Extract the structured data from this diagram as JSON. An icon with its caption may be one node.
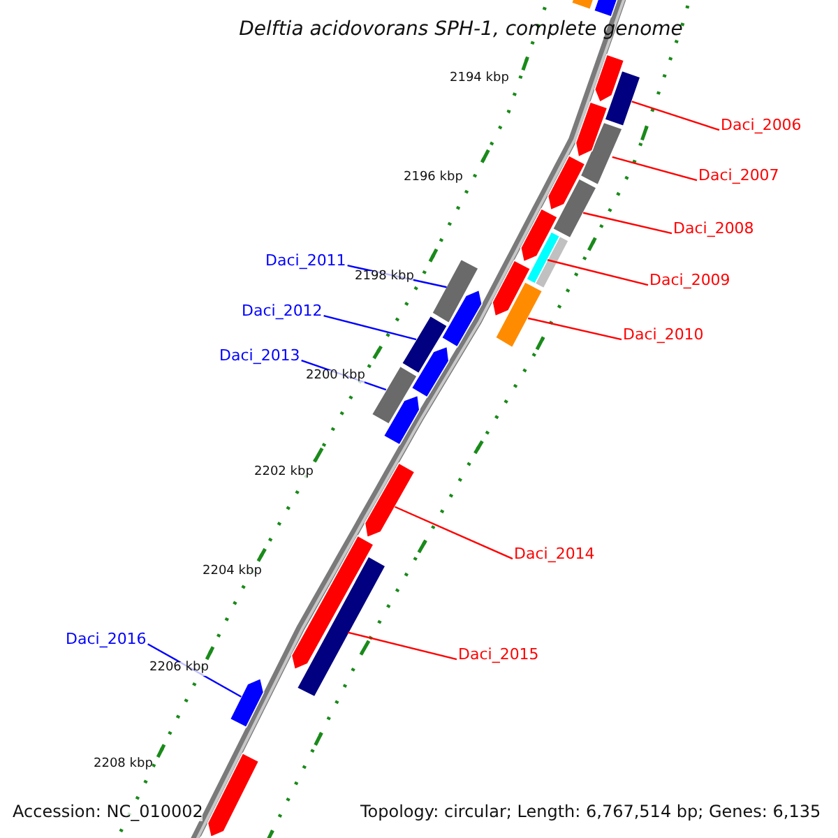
{
  "diagram": {
    "title": "Delftia acidovorans SPH-1, complete genome",
    "nodes": [
      {
        "text": [
          "Daci_2006"
        ]
      },
      {
        "text": [],
        "shape": "bar"
      },
      {
        "text": [
          "Daci_2007"
        ]
      },
      {
        "text": [],
        "shape": "bar"
      },
      {
        "text": [
          "Daci_2008"
        ]
      },
      {
        "text": [],
        "shape": "bar"
      },
      {
        "text": [
          "Daci_2009"
        ]
      },
      {
        "text": [],
        "shape": "bar"
      },
      {
        "text": [
          "Daci_2010"
        ]
      },
      {
        "text": [],
        "shape": "bar"
      },
      {
        "text": [
          "Daci_2011"
        ]
      },
      {
        "text": [],
        "shape": "bar"
      },
      {
        "text": [
          "Daci_2012"
        ]
      },
      {
        "text": [],
        "shape": "bar"
      },
      {
        "text": [
          "Daci_2013"
        ]
      },
      {
        "text": [],
        "shape": "bar"
      },
      {
        "text": [
          "Daci_2014"
        ]
      },
      {
        "text": [],
        "shape": "arrow"
      },
      {
        "text": [
          "Daci_2015"
        ]
      },
      {
        "text": [],
        "shape": "bar"
      },
      {
        "text": [
          "Daci_2016"
        ]
      },
      {
        "text": [],
        "shape": "arrow"
      },
      {
        "text": [],
        "shape": "bar"
      },
      {
        "text": [],
        "shape": "arrow"
      },
      {
        "text": [],
        "shape": "arrow"
      },
      {
        "text": [],
        "shape": "arrow"
      },
      {
        "text": [],
        "shape": "arrow"
      },
      {
        "text": [],
        "shape": "arrow"
      },
      {
        "text": [],
        "shape": "bar"
      },
      {
        "text": [],
        "shape": "arrow"
      },
      {
        "text": [],
        "shape": "arrow"
      },
      {
        "text": [],
        "shape": "arrow"
      },
      {
        "text": [],
        "shape": "arrow"
      },
      {
        "text": [],
        "shape": "arrow"
      },
      {
        "text": [],
        "shape": "arrow"
      },
      {
        "text": [],
        "shape": "arrow"
      }
    ],
    "edges": [
      {
        "from": 0,
        "to": 1,
        "arrow": "none"
      },
      {
        "from": 2,
        "to": 3,
        "arrow": "none"
      },
      {
        "from": 4,
        "to": 5,
        "arrow": "none"
      },
      {
        "from": 6,
        "to": 7,
        "arrow": "none"
      },
      {
        "from": 8,
        "to": 9,
        "arrow": "none"
      },
      {
        "from": 10,
        "to": 11,
        "arrow": "none",
        "color": "#0000ff"
      },
      {
        "from": 12,
        "to": 13,
        "arrow": "none",
        "color": "#0000ff"
      },
      {
        "from": 14,
        "to": 15,
        "arrow": "none",
        "color": "#0000ff"
      },
      {
        "from": 16,
        "to": 17,
        "arrow": "none"
      },
      {
        "from": 18,
        "to": 19,
        "arrow": "none"
      },
      {
        "from": 20,
        "to": 21,
        "arrow": "none",
        "color": "#0000ff"
      }
    ],
    "labels": [
      "2194 kbp",
      "2196 kbp",
      "2198 kbp",
      "2200 kbp",
      "2202 kbp",
      "2204 kbp",
      "2206 kbp",
      "2208 kbp",
      "Accession: NC_010002",
      "Topology: circular; Length: 6,767,514 bp; Genes: 6,135"
    ]
  }
}
